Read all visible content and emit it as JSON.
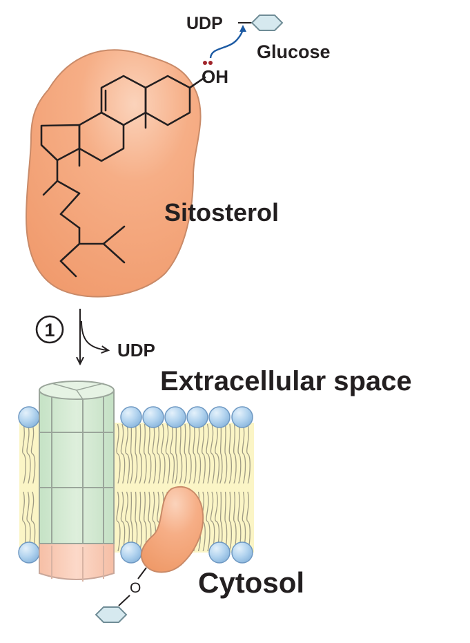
{
  "labels": {
    "udp_top": "UDP",
    "glucose": "Glucose",
    "oh": "OH",
    "sitosterol": "Sitosterol",
    "step_number": "1",
    "udp_released": "UDP",
    "extracellular": "Extracellular space",
    "cytosol": "Cytosol",
    "oxygen_link": "O"
  },
  "colors": {
    "sterol_fill": "#f5a77c",
    "sterol_outline": "#c98a68",
    "glucose_fill": "#d6e9ef",
    "glucose_stroke": "#6f8c96",
    "arrow_blue": "#1c5aa3",
    "lone_pair": "#a0242a",
    "phospholipid_head": "#a9cdec",
    "phospholipid_head_stroke": "#6e98c2",
    "lipid_tail_fill": "#fbf5c6",
    "lipid_tail_line": "#9e9a84",
    "channel_green": "#cfe7cf",
    "channel_salmon": "#f9c7b2",
    "channel_stroke": "#9aa59a",
    "text": "#231f20"
  },
  "icons": [
    "glucose-hexagon-icon",
    "step-number-icon"
  ]
}
